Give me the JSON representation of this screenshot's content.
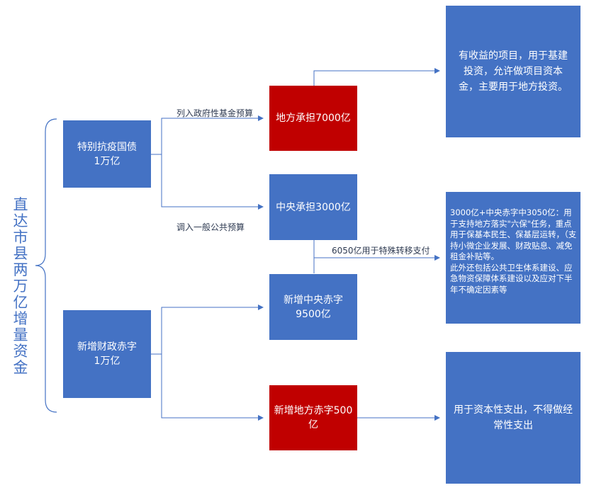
{
  "title": "直达市县两万亿增量资金",
  "nodes": {
    "special_bond": "特别抗疫国债\n1万亿",
    "new_deficit": "新增财政赤字\n1万亿",
    "local_7000": "地方承担7000亿",
    "central_3000": "中央承担3000亿",
    "central_deficit": "新增中央赤字\n9500亿",
    "local_deficit": "新增地方赤字500\n亿"
  },
  "notes": {
    "revenue_projects": "有收益的项目，用于基建投资，允许做项目资本金，主要用于地方投资。",
    "transfer_use": "3000亿+中央赤字中3050亿：用于支持地方落实\"六保\"任务，重点用于保基本民生、保基层运转，（支持小微企业发展、财政贴息、减免租金补贴等。\n此外还包括公共卫生体系建设、应急物资保障体系建设以及应对下半年不确定因素等",
    "capital_expenditure": "用于资本性支出，不得做经常性支出"
  },
  "edge_labels": {
    "fund_budget": "列入政府性基金预算",
    "general_budget": "调入一般公共预算",
    "special_transfer": "6050亿用于特殊转移支付"
  },
  "colors": {
    "node_blue": "#4472c4",
    "node_red": "#c00000",
    "connector": "#4472c4"
  }
}
